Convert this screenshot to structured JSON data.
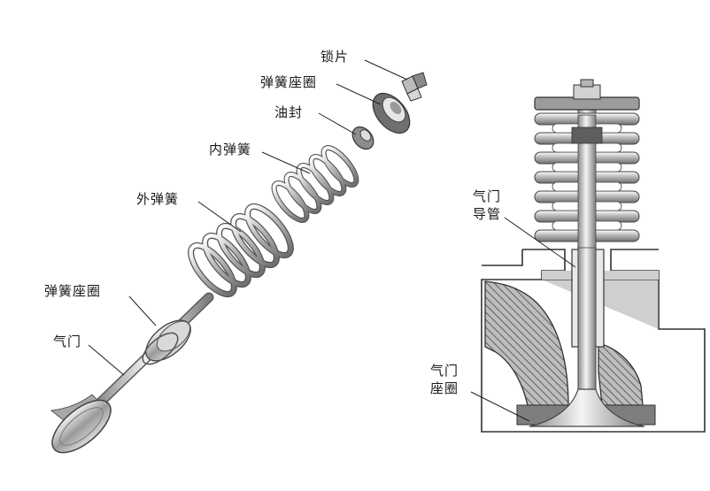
{
  "exploded_view": {
    "labels": {
      "lock_piece": "锁片",
      "upper_spring_seat": "弹簧座圈",
      "oil_seal": "油封",
      "inner_spring": "内弹簧",
      "outer_spring": "外弹簧",
      "lower_spring_seat": "弹簧座圈",
      "valve": "气门"
    }
  },
  "section_view": {
    "labels": {
      "valve_guide_line1": "气门",
      "valve_guide_line2": "导管",
      "valve_seat_line1": "气门",
      "valve_seat_line2": "座圈"
    }
  }
}
